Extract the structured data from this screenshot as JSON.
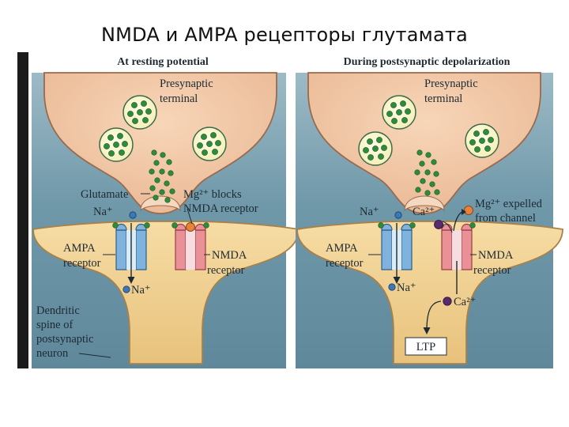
{
  "slide": {
    "title": "NMDA и AMPA  рецепторы глутамата"
  },
  "colors": {
    "background_panel": "#7fa6b6",
    "terminal": "#f1c9a6",
    "spine": "#efcf8f",
    "vesicle": "#fffbd6",
    "glutamate": "#2f8a3c",
    "ampa_receptor": "#7fb3dd",
    "nmda_receptor": "#ea9198",
    "sodium_ion": "#3a78b8",
    "calcium_ion": "#5a2a6b",
    "magnesium_ion": "#e8823a"
  },
  "left_panel": {
    "header": "At resting potential",
    "presynaptic_line1": "Presynaptic",
    "presynaptic_line2": "terminal",
    "glutamate": "Glutamate",
    "mg_blocks_line1": "Mg²⁺ blocks",
    "mg_blocks_line2": "NMDA receptor",
    "na_top": "Na⁺",
    "ampa_line1": "AMPA",
    "ampa_line2": "receptor",
    "nmda_line1": "NMDA",
    "nmda_line2": "receptor",
    "na_bottom": "Na⁺",
    "spine_line1": "Dendritic",
    "spine_line2": "spine of",
    "spine_line3": "postsynaptic",
    "spine_line4": "neuron"
  },
  "right_panel": {
    "header": "During postsynaptic depolarization",
    "presynaptic_line1": "Presynaptic",
    "presynaptic_line2": "terminal",
    "na_top": "Na⁺",
    "ca_top": "Ca²⁺",
    "mg_expelled_line1": "Mg²⁺ expelled",
    "mg_expelled_line2": "from channel",
    "ampa_line1": "AMPA",
    "ampa_line2": "receptor",
    "nmda_line1": "NMDA",
    "nmda_line2": "receptor",
    "na_bottom": "Na⁺",
    "ca_bottom": "Ca²⁺",
    "ltp": "LTP"
  }
}
